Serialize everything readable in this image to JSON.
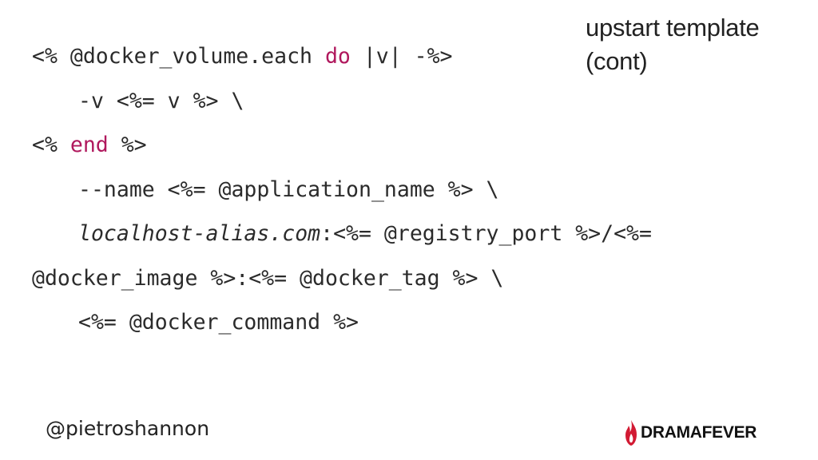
{
  "slide": {
    "title_line1": "upstart template",
    "title_line2": "(cont)",
    "handle": "@pietroshannon",
    "logo_text": "DRAMAFEVER",
    "keyword_color": "#b0185d"
  },
  "code": {
    "l1_a": "<% @docker_volume.each ",
    "l1_kw": "do",
    "l1_b": " |v| -%>",
    "l2": "-v <%= v %> \\",
    "l3_a": "<% ",
    "l3_kw": "end",
    "l3_b": " %>",
    "l4": "--name <%= @application_name %> \\",
    "l5_italic": "localhost-alias.com",
    "l5_rest": ":<%= @registry_port %>/<%=",
    "l6": "@docker_image %>:<%= @docker_tag %> \\",
    "l7": "<%= @docker_command %>"
  }
}
